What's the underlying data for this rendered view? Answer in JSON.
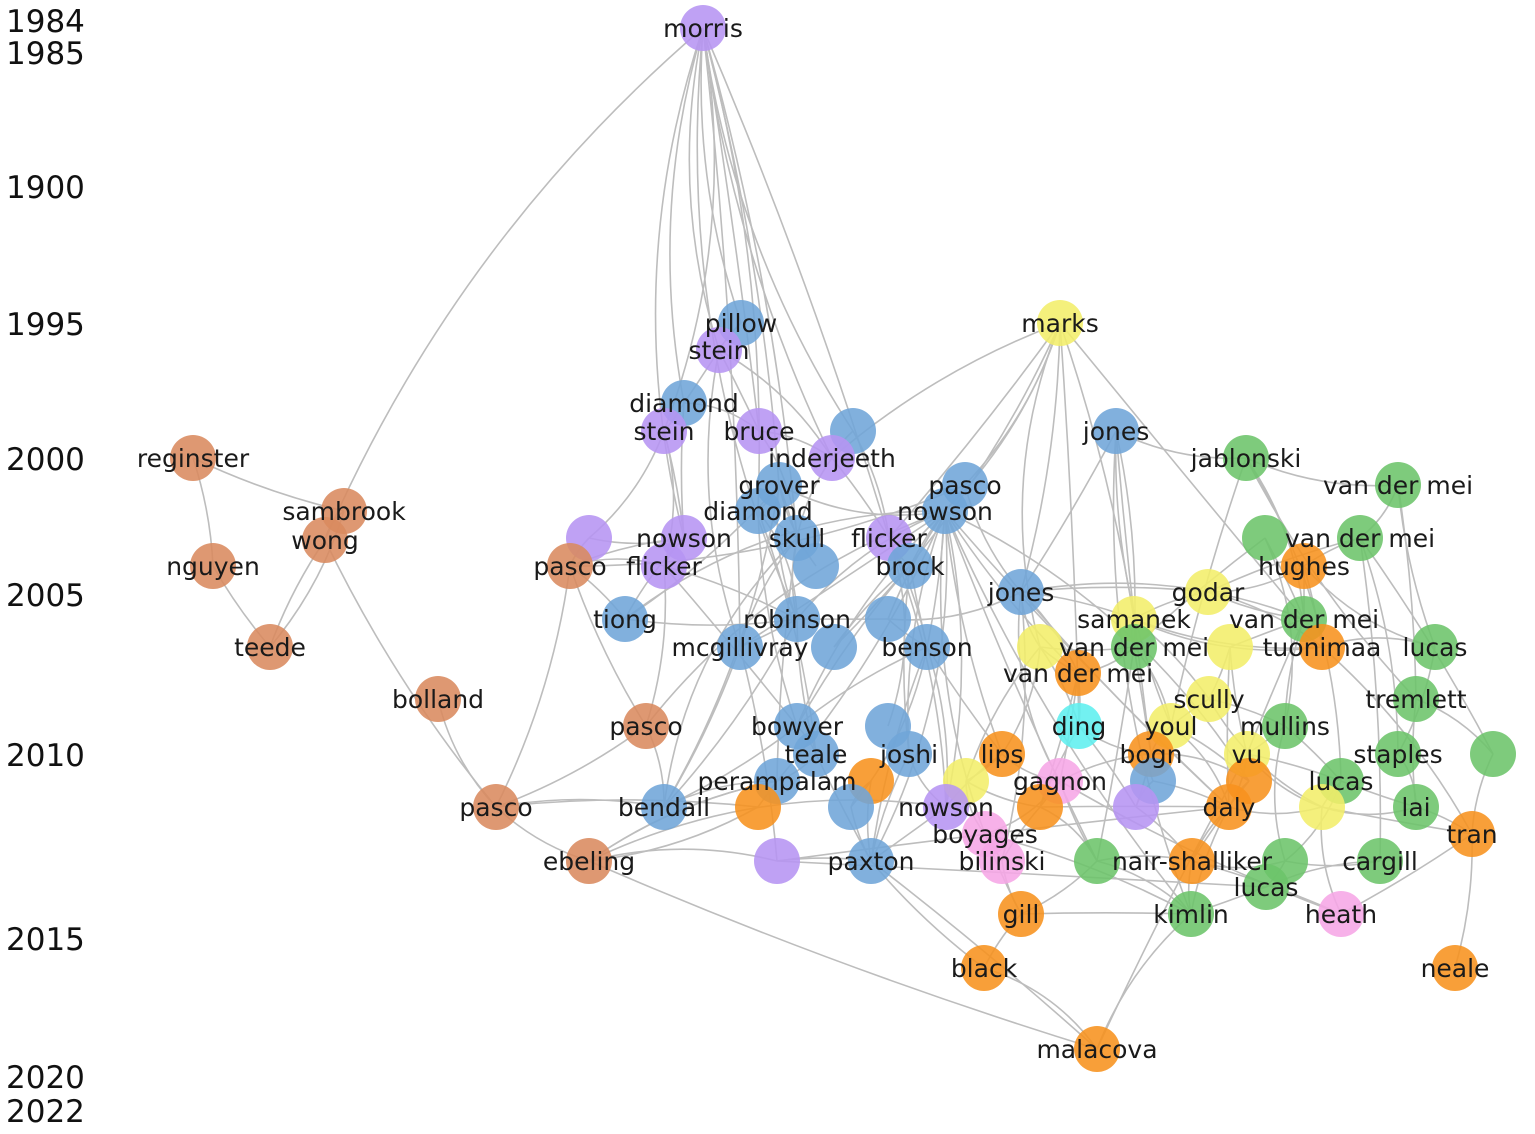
{
  "palette": {
    "brown": "#d98a5e",
    "orange": "#f7921e",
    "blue": "#6fa5d8",
    "purple": "#b694f2",
    "yellow": "#f3ee6a",
    "green": "#6cc46a",
    "pink": "#f6a6e6",
    "cyan": "#5fefef",
    "edge": "#bdbdbd"
  },
  "year_axis": [
    "1984",
    "1985",
    "1900",
    "1995",
    "2000",
    "2005",
    "2010",
    "2015",
    "2020",
    "2022"
  ],
  "nodes": [
    {
      "id": "morris",
      "label": "morris",
      "color": "purple"
    },
    {
      "id": "pillow",
      "label": "pillow",
      "color": "blue"
    },
    {
      "id": "stein1",
      "label": "stein",
      "color": "purple"
    },
    {
      "id": "marks",
      "label": "marks",
      "color": "yellow"
    },
    {
      "id": "diamond1",
      "label": "diamond",
      "color": "blue"
    },
    {
      "id": "stein2",
      "label": "stein",
      "color": "purple"
    },
    {
      "id": "bruce",
      "label": "bruce",
      "color": "purple"
    },
    {
      "id": "jones1",
      "label": "jones",
      "color": "blue"
    },
    {
      "id": "blueTop",
      "label": "",
      "color": "blue"
    },
    {
      "id": "reginster",
      "label": "reginster",
      "color": "brown"
    },
    {
      "id": "inderjeeth",
      "label": "inderjeeth",
      "color": "purple"
    },
    {
      "id": "jablonski",
      "label": "jablonski",
      "color": "green"
    },
    {
      "id": "grover",
      "label": "grover",
      "color": "blue"
    },
    {
      "id": "pasco1",
      "label": "pasco",
      "color": "blue"
    },
    {
      "id": "vandermei1",
      "label": "van der mei",
      "color": "green"
    },
    {
      "id": "sambrook",
      "label": "sambrook",
      "color": "brown"
    },
    {
      "id": "diamond2",
      "label": "diamond",
      "color": "blue"
    },
    {
      "id": "nowson1",
      "label": "nowson",
      "color": "blue"
    },
    {
      "id": "wong",
      "label": "wong",
      "color": "brown"
    },
    {
      "id": "purpleA",
      "label": "",
      "color": "purple"
    },
    {
      "id": "nowson2",
      "label": "nowson",
      "color": "purple"
    },
    {
      "id": "skull",
      "label": "skull",
      "color": "blue"
    },
    {
      "id": "flicker1",
      "label": "flicker",
      "color": "purple"
    },
    {
      "id": "greenA",
      "label": "",
      "color": "green"
    },
    {
      "id": "vandermei2",
      "label": "van der mei",
      "color": "green"
    },
    {
      "id": "nguyen",
      "label": "nguyen",
      "color": "brown"
    },
    {
      "id": "pasco2",
      "label": "pasco",
      "color": "brown"
    },
    {
      "id": "brock",
      "label": "brock",
      "color": "blue"
    },
    {
      "id": "hughes",
      "label": "hughes",
      "color": "orange"
    },
    {
      "id": "blueB",
      "label": "",
      "color": "blue"
    },
    {
      "id": "flicker2",
      "label": "flicker",
      "color": "purple"
    },
    {
      "id": "jones2",
      "label": "jones",
      "color": "blue"
    },
    {
      "id": "godar",
      "label": "godar",
      "color": "yellow"
    },
    {
      "id": "tiong",
      "label": "tiong",
      "color": "blue"
    },
    {
      "id": "robinson",
      "label": "robinson",
      "color": "blue"
    },
    {
      "id": "blueC",
      "label": "",
      "color": "blue"
    },
    {
      "id": "samanek",
      "label": "samanek",
      "color": "yellow"
    },
    {
      "id": "vandermei3",
      "label": "van der mei",
      "color": "green"
    },
    {
      "id": "teede",
      "label": "teede",
      "color": "brown"
    },
    {
      "id": "mcgillivray",
      "label": "mcgillivray",
      "color": "blue"
    },
    {
      "id": "blueD",
      "label": "",
      "color": "blue"
    },
    {
      "id": "benson",
      "label": "benson",
      "color": "blue"
    },
    {
      "id": "yellowA",
      "label": "",
      "color": "yellow"
    },
    {
      "id": "vandermei4",
      "label": "van der mei",
      "color": "green"
    },
    {
      "id": "yellowB",
      "label": "",
      "color": "yellow"
    },
    {
      "id": "tuonimaa",
      "label": "tuonimaa",
      "color": "orange"
    },
    {
      "id": "lucas1",
      "label": "lucas",
      "color": "green"
    },
    {
      "id": "vandermei5",
      "label": "van der mei",
      "color": "orange"
    },
    {
      "id": "bolland",
      "label": "bolland",
      "color": "brown"
    },
    {
      "id": "scully",
      "label": "scully",
      "color": "yellow"
    },
    {
      "id": "tremlett",
      "label": "tremlett",
      "color": "green"
    },
    {
      "id": "pasco3",
      "label": "pasco",
      "color": "brown"
    },
    {
      "id": "bowyer",
      "label": "bowyer",
      "color": "blue"
    },
    {
      "id": "blueE",
      "label": "",
      "color": "blue"
    },
    {
      "id": "ding",
      "label": "ding",
      "color": "cyan"
    },
    {
      "id": "youl",
      "label": "youl",
      "color": "yellow"
    },
    {
      "id": "mullins",
      "label": "mullins",
      "color": "green"
    },
    {
      "id": "teale",
      "label": "teale",
      "color": "blue"
    },
    {
      "id": "joshi",
      "label": "joshi",
      "color": "blue"
    },
    {
      "id": "lips",
      "label": "lips",
      "color": "orange"
    },
    {
      "id": "bogn",
      "label": "bogn",
      "color": "orange"
    },
    {
      "id": "vu",
      "label": "vu",
      "color": "yellow"
    },
    {
      "id": "staples",
      "label": "staples",
      "color": "green"
    },
    {
      "id": "greenB",
      "label": "",
      "color": "green"
    },
    {
      "id": "perampalam",
      "label": "perampalam",
      "color": "blue"
    },
    {
      "id": "orangeA",
      "label": "",
      "color": "orange"
    },
    {
      "id": "yellowC",
      "label": "",
      "color": "yellow"
    },
    {
      "id": "gagnon",
      "label": "gagnon",
      "color": "pink"
    },
    {
      "id": "blueF",
      "label": "",
      "color": "blue"
    },
    {
      "id": "orangeB",
      "label": "",
      "color": "orange"
    },
    {
      "id": "lucas2",
      "label": "lucas",
      "color": "green"
    },
    {
      "id": "pasco4",
      "label": "pasco",
      "color": "brown"
    },
    {
      "id": "bendall",
      "label": "bendall",
      "color": "blue"
    },
    {
      "id": "orangeC",
      "label": "",
      "color": "orange"
    },
    {
      "id": "blueG",
      "label": "",
      "color": "blue"
    },
    {
      "id": "nowson3",
      "label": "nowson",
      "color": "purple"
    },
    {
      "id": "orangeD",
      "label": "",
      "color": "orange"
    },
    {
      "id": "purpleB",
      "label": "",
      "color": "purple"
    },
    {
      "id": "daly",
      "label": "daly",
      "color": "orange"
    },
    {
      "id": "yellowD",
      "label": "",
      "color": "yellow"
    },
    {
      "id": "lai",
      "label": "lai",
      "color": "green"
    },
    {
      "id": "tran",
      "label": "tran",
      "color": "orange"
    },
    {
      "id": "boyages",
      "label": "boyages",
      "color": "pink"
    },
    {
      "id": "ebeling",
      "label": "ebeling",
      "color": "brown"
    },
    {
      "id": "purpleC",
      "label": "",
      "color": "purple"
    },
    {
      "id": "paxton",
      "label": "paxton",
      "color": "blue"
    },
    {
      "id": "bilinski",
      "label": "bilinski",
      "color": "pink"
    },
    {
      "id": "greenC",
      "label": "",
      "color": "green"
    },
    {
      "id": "nairshalliker",
      "label": "nair-shalliker",
      "color": "orange"
    },
    {
      "id": "greenD",
      "label": "",
      "color": "green"
    },
    {
      "id": "cargill",
      "label": "cargill",
      "color": "green"
    },
    {
      "id": "lucas3",
      "label": "lucas",
      "color": "green"
    },
    {
      "id": "gill",
      "label": "gill",
      "color": "orange"
    },
    {
      "id": "kimlin",
      "label": "kimlin",
      "color": "green"
    },
    {
      "id": "heath",
      "label": "heath",
      "color": "pink"
    },
    {
      "id": "black",
      "label": "black",
      "color": "orange"
    },
    {
      "id": "neale",
      "label": "neale",
      "color": "orange"
    },
    {
      "id": "malacova",
      "label": "malacova",
      "color": "orange"
    }
  ]
}
